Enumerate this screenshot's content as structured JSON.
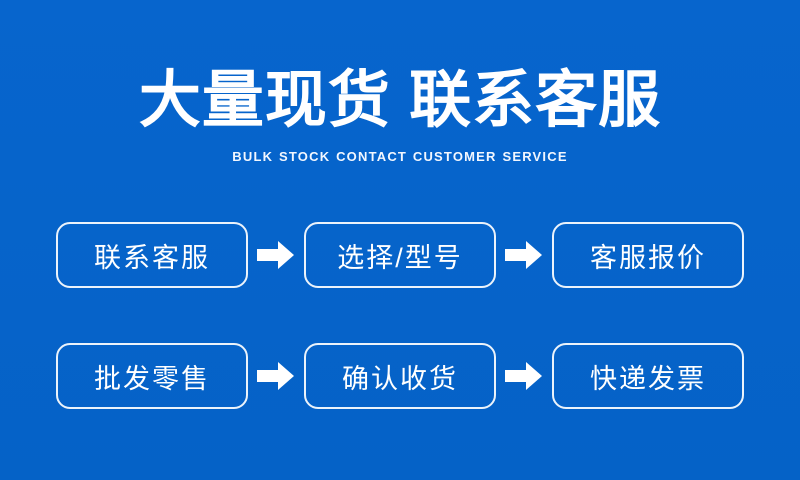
{
  "colors": {
    "background_top": "#0765cd",
    "background_bottom": "#0562c7",
    "text": "#ffffff",
    "box_border": "#ffffff",
    "arrow_fill": "#ffffff"
  },
  "header": {
    "title": "大量现货 联系客服",
    "subtitle": "BULK STOCK CONTACT CUSTOMER SERVICE"
  },
  "flow": {
    "rows": [
      {
        "steps": [
          "联系客服",
          "选择/型号",
          "客服报价"
        ]
      },
      {
        "steps": [
          "批发零售",
          "确认收货",
          "快递发票"
        ]
      }
    ],
    "arrow_icon": "right-block-arrow"
  }
}
